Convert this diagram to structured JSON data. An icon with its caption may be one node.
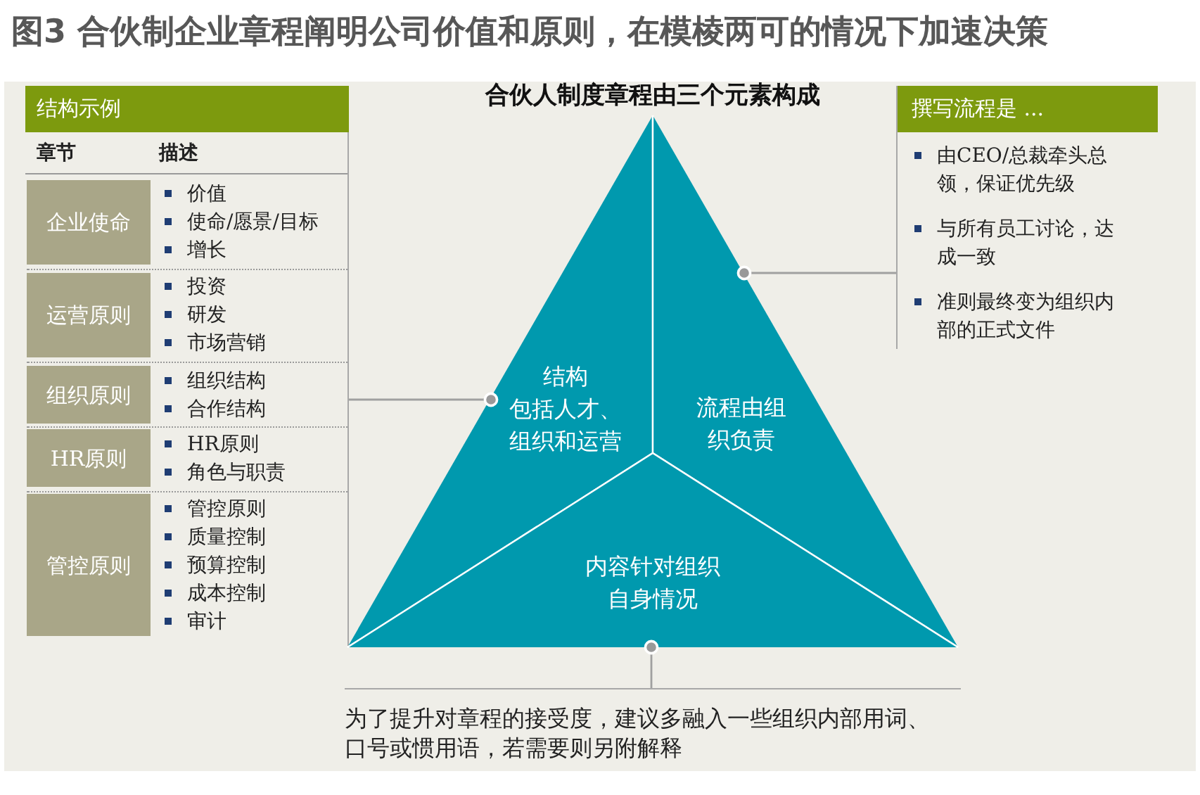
{
  "diagram": {
    "title": "图3 合伙制企业章程阐明公司价值和原则，在模棱两可的情况下加速决策",
    "nodes": [
      {
        "text": [
          "结构示例"
        ]
      },
      {
        "text": [
          "企业使命"
        ],
        "in": 0,
        "beside": [
          "价值",
          "使命/愿景/目标",
          "增长"
        ]
      },
      {
        "text": [
          "运营原则"
        ],
        "in": 0,
        "beside": [
          "投资",
          "研发",
          "市场营销"
        ]
      },
      {
        "text": [
          "组织原则"
        ],
        "in": 0,
        "beside": [
          "组织结构",
          "合作结构"
        ]
      },
      {
        "text": [
          "HR原则"
        ],
        "in": 0,
        "beside": [
          "HR原则",
          "角色与职责"
        ]
      },
      {
        "text": [
          "管控原则"
        ],
        "in": 0,
        "beside": [
          "管控原则",
          "质量控制",
          "预算控制",
          "成本控制",
          "审计"
        ]
      },
      {
        "text": [
          "合伙人制度章程由三个元素构成"
        ]
      },
      {
        "text": [
          "结构",
          "包括人才、组织和运营"
        ],
        "in": 6
      },
      {
        "text": [
          "流程由组织负责"
        ],
        "in": 6
      },
      {
        "text": [
          "内容针对组织自身情况"
        ],
        "in": 6
      },
      {
        "text": [
          "撰写流程是 ...",
          "由CEO/总裁牵头总领，保证优先级",
          "与所有员工讨论，达成一致",
          "准则最终变为组织内部的正式文件"
        ]
      },
      {
        "text": [
          "为了提升对章程的接受度，建议多融入一些组织内部用词、口号或惯用语，若需要则另附解释"
        ]
      }
    ],
    "edges": [
      {
        "from": 0,
        "to": 7,
        "arrow": "other"
      },
      {
        "from": 10,
        "to": 8,
        "arrow": "other"
      },
      {
        "from": 11,
        "to": 9,
        "arrow": "other"
      }
    ],
    "labels": [
      "章节",
      "描述"
    ]
  }
}
